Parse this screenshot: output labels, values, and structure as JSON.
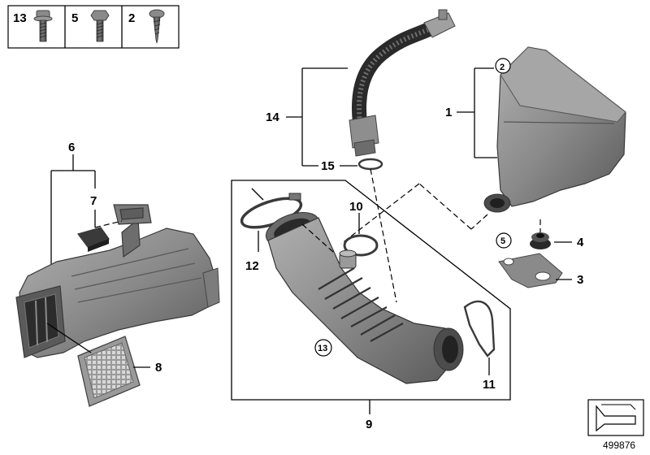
{
  "legend": {
    "items": [
      {
        "number": "13",
        "icon": "flange-bolt-icon"
      },
      {
        "number": "5",
        "icon": "hex-bolt-icon"
      },
      {
        "number": "2",
        "icon": "pan-head-screw-icon"
      }
    ]
  },
  "labels": {
    "l1": "1",
    "l2": "2",
    "l3": "3",
    "l4": "4",
    "l5": "5",
    "l6": "6",
    "l7": "7",
    "l8": "8",
    "l9": "9",
    "l10": "10",
    "l11": "11",
    "l12": "12",
    "l13": "13",
    "l14": "14",
    "l15": "15"
  },
  "document_number": "499876",
  "colors": {
    "part_fill": "#8c8c8c",
    "part_dark": "#5e5e5e",
    "part_light": "#b4b4b4"
  }
}
